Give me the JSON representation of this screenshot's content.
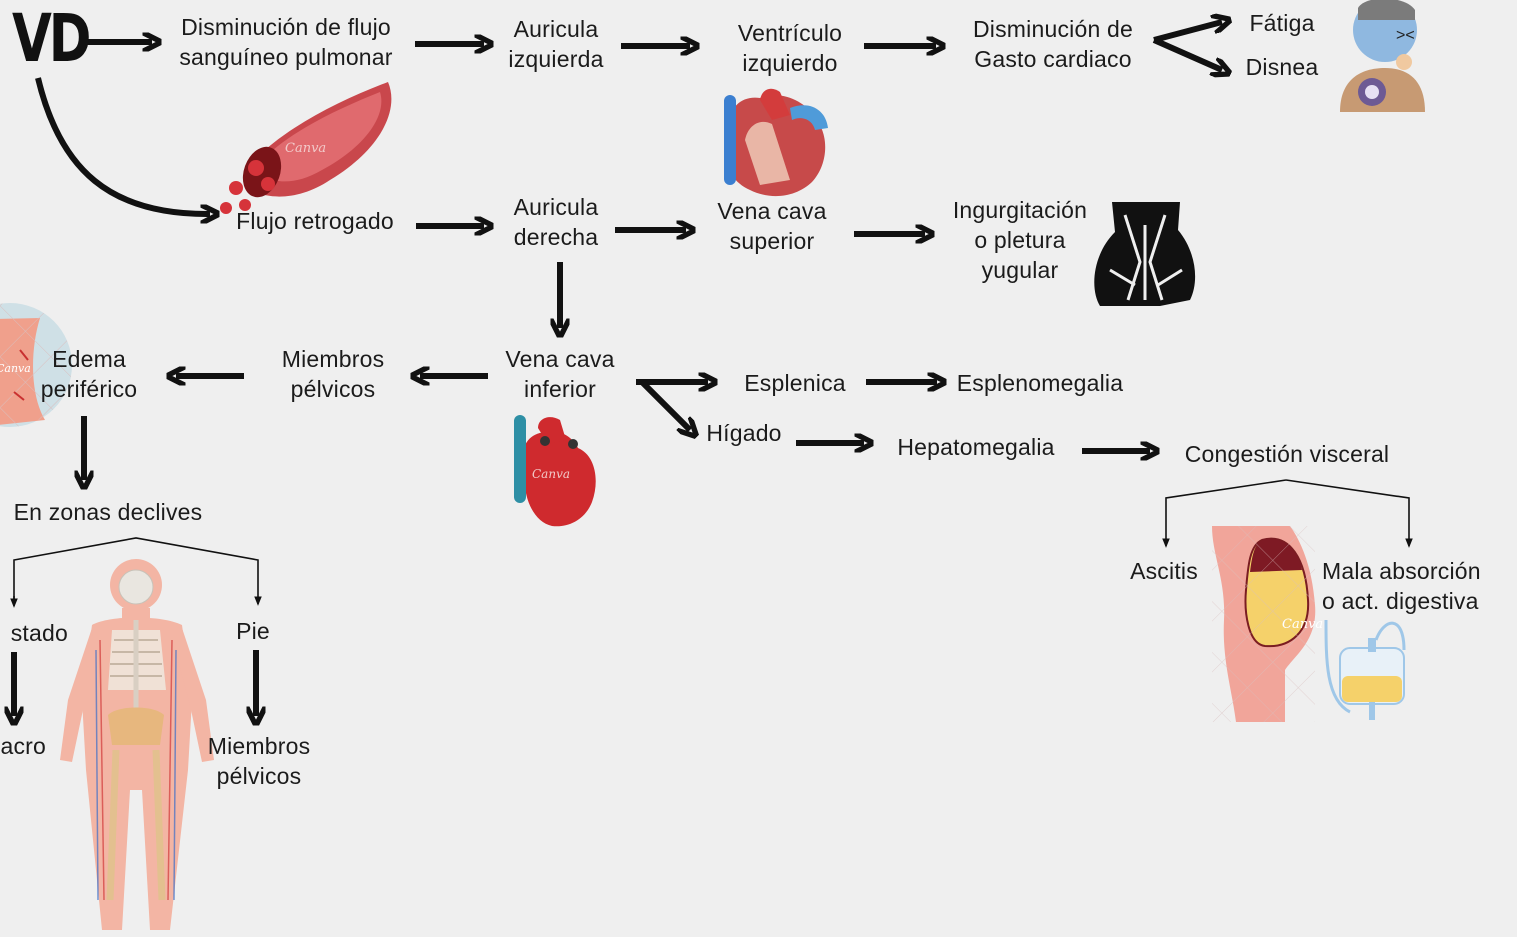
{
  "root": "VD",
  "nodes": {
    "disminucion_flujo": [
      "Disminución de flujo",
      "sanguíneo pulmonar"
    ],
    "auricula_izq": [
      "Auricula",
      "izquierda"
    ],
    "ventriculo_izq": [
      "Ventrículo",
      "izquierdo"
    ],
    "disminucion_gasto": [
      "Disminución de",
      "Gasto cardiaco"
    ],
    "fatiga": "Fátiga",
    "disnea": "Disnea",
    "flujo_retrogado": "Flujo retrogado",
    "auricula_der": [
      "Auricula",
      "derecha"
    ],
    "vena_cava_sup": [
      "Vena cava",
      "superior"
    ],
    "ingurgitacion": [
      "Ingurgitación",
      "o pletura",
      "yugular"
    ],
    "vena_cava_inf": [
      "Vena cava",
      "inferior"
    ],
    "miembros_pelvicos": [
      "Miembros",
      "pélvicos"
    ],
    "edema": [
      "Edema",
      "periférico"
    ],
    "en_zonas": "En zonas declives",
    "acostado": "stado",
    "sacro": "acro",
    "pie": "Pie",
    "miembros_pelvicos_2": [
      "Miembros",
      "pélvicos"
    ],
    "esplenica": "Esplenica",
    "esplenomegalia": "Esplenomegalia",
    "higado": "Hígado",
    "hepatomegalia": "Hepatomegalia",
    "congestion": "Congestión visceral",
    "ascitis": "Ascitis",
    "mala_absorcion": [
      "Mala absorción",
      "o act. digestiva"
    ]
  },
  "watermark": "Canva",
  "colors": {
    "background": "#efefef",
    "arrow": "#111111",
    "blood_red": "#c0262a",
    "vein_blue": "#2f7fc4",
    "skin": "#f1a48e",
    "liquid_yellow": "#f5d05a"
  },
  "icons": [
    "red-blood-cells-icon",
    "heart-anatomy-icon",
    "coughing-person-icon",
    "neck-muscles-icon",
    "heart-icon",
    "skin-edema-icon",
    "human-body-icon",
    "ascites-abdomen-icon",
    "drainage-bag-icon"
  ]
}
